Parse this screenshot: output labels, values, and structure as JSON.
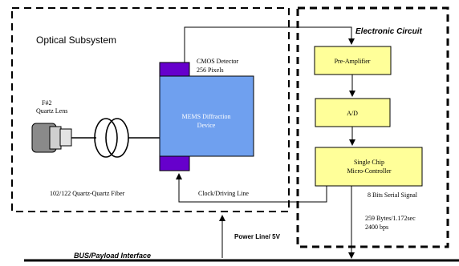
{
  "optical_subsystem": {
    "title": "Optical Subsystem",
    "lens_label_line1": "F#2",
    "lens_label_line2": "Quartz Lens",
    "fiber_label": "102/122 Quartz-Quartz Fiber",
    "cmos_label_line1": "CMOS Detector",
    "cmos_label_line2": "256 Pixels",
    "mems_label_line1": "MEMS  Diffraction",
    "mems_label_line2": "Device",
    "clock_label": "Clock/Driving Line"
  },
  "electronic_circuit": {
    "title": "Electronic Circuit",
    "preamp_label": "Pre-Amplifier",
    "ad_label": "A/D",
    "mcu_label_line1": "Single Chip",
    "mcu_label_line2": "Micro-Controller",
    "serial_label": "8 Bits Serial Signal",
    "rate_label_line1": "259 Bytes/1.172sec",
    "rate_label_line2": "2400 bps"
  },
  "power_label": "Power Line/ 5V",
  "bus_label": "BUS/Payload Interface",
  "colors": {
    "mems_fill": "#6fa0ef",
    "cmos_fill": "#6600cc",
    "block_fill": "#ffff99",
    "lens_fill": "#8a8a8a",
    "line": "#000000"
  }
}
